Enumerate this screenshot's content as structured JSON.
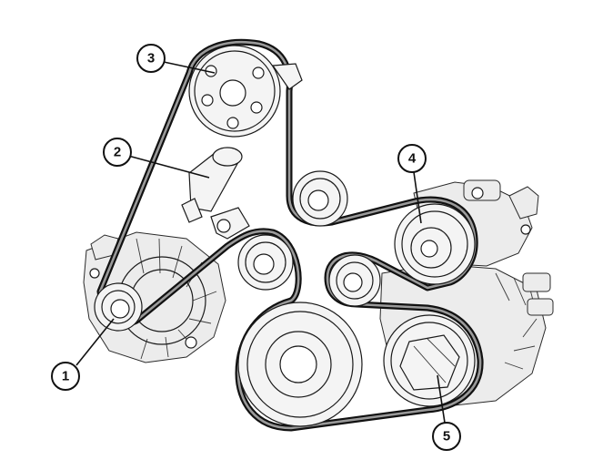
{
  "callouts": [
    {
      "label": "1"
    },
    {
      "label": "2"
    },
    {
      "label": "3"
    },
    {
      "label": "4"
    },
    {
      "label": "5"
    }
  ],
  "colors": {
    "belt": "#111111",
    "belt_ribs": "#9a9a9a",
    "line_art": "#1a1a1a",
    "background": "#ffffff"
  }
}
